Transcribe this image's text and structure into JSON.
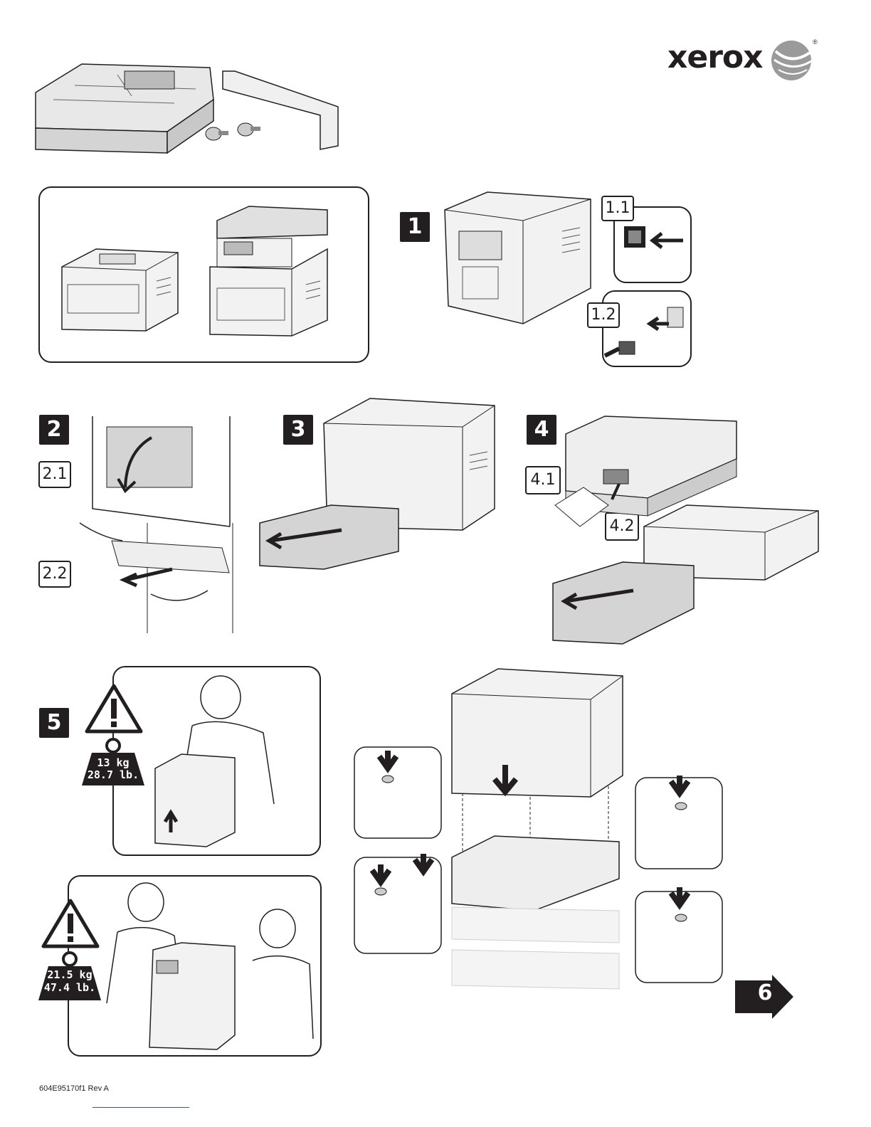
{
  "brand": {
    "name": "xerox",
    "registered": "®",
    "accent_color": "#231f20"
  },
  "steps": {
    "s1": {
      "number": "1",
      "sub1": "1.1",
      "sub2": "1.2"
    },
    "s2": {
      "number": "2",
      "sub1": "2.1",
      "sub2": "2.2"
    },
    "s3": {
      "number": "3"
    },
    "s4": {
      "number": "4",
      "sub1": "4.1",
      "sub2": "4.2"
    },
    "s5": {
      "number": "5",
      "weight_printer": {
        "kg": "13 kg",
        "lb": "28.7 lb."
      },
      "weight_mfp": {
        "kg": "21.5 kg",
        "lb": "47.4 lb."
      }
    },
    "next": {
      "number": "6"
    }
  },
  "footer": {
    "doc_code": "604E95170f1 Rev A"
  }
}
